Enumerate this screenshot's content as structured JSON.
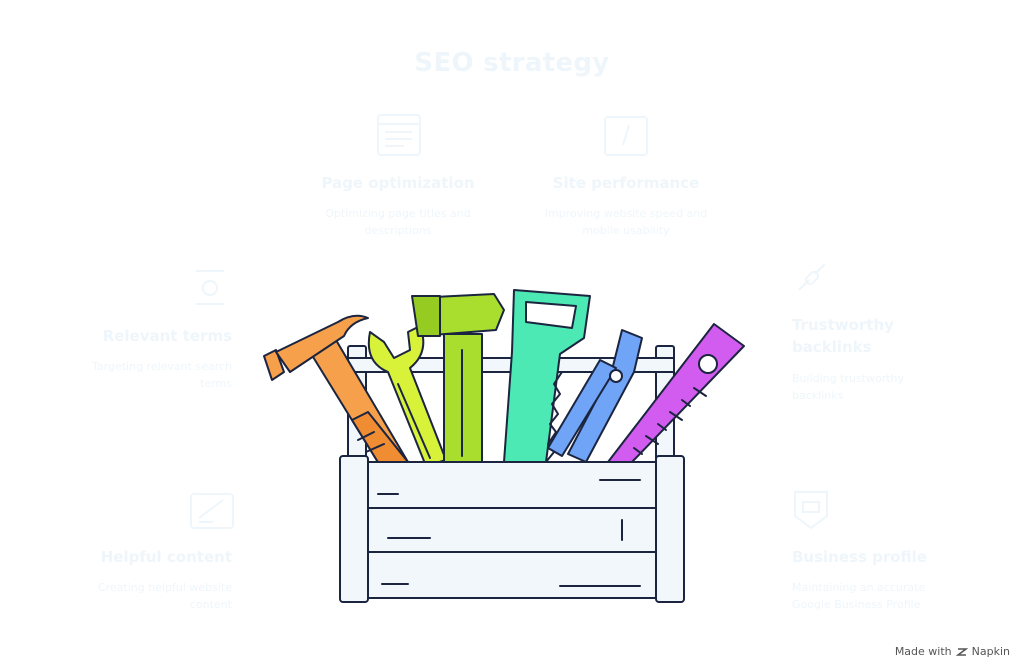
{
  "title": "SEO strategy",
  "items": [
    {
      "heading": "Page optimization",
      "desc": "Optimizing page titles and descriptions",
      "icon": "browser-window-icon"
    },
    {
      "heading": "Site performance",
      "desc": "Improving website speed and mobile usability",
      "icon": "mobile-phone-icon"
    },
    {
      "heading": "Relevant terms",
      "desc": "Targeting relevant search terms",
      "icon": "magnifier-icon"
    },
    {
      "heading": "Trustworthy backlinks",
      "desc": "Building trustworthy backlinks",
      "icon": "chain-link-icon"
    },
    {
      "heading": "Helpful content",
      "desc": "Creating helpful website content",
      "icon": "edit-document-icon"
    },
    {
      "heading": "Business profile",
      "desc": "Maintaining an accurate Google Business Profile",
      "icon": "business-badge-icon"
    }
  ],
  "footer": {
    "made_with": "Made with",
    "brand": "Napkin"
  },
  "colors": {
    "faded_text": "#eef6fb",
    "outline": "#1b2540",
    "box": "#f2f7fb",
    "hammer": "#f7a04b",
    "wrench": "#d8f23a",
    "mallet": "#a9de2f",
    "saw": "#4ce9b4",
    "pliers": "#6fa4f7",
    "level": "#d35cf0"
  }
}
